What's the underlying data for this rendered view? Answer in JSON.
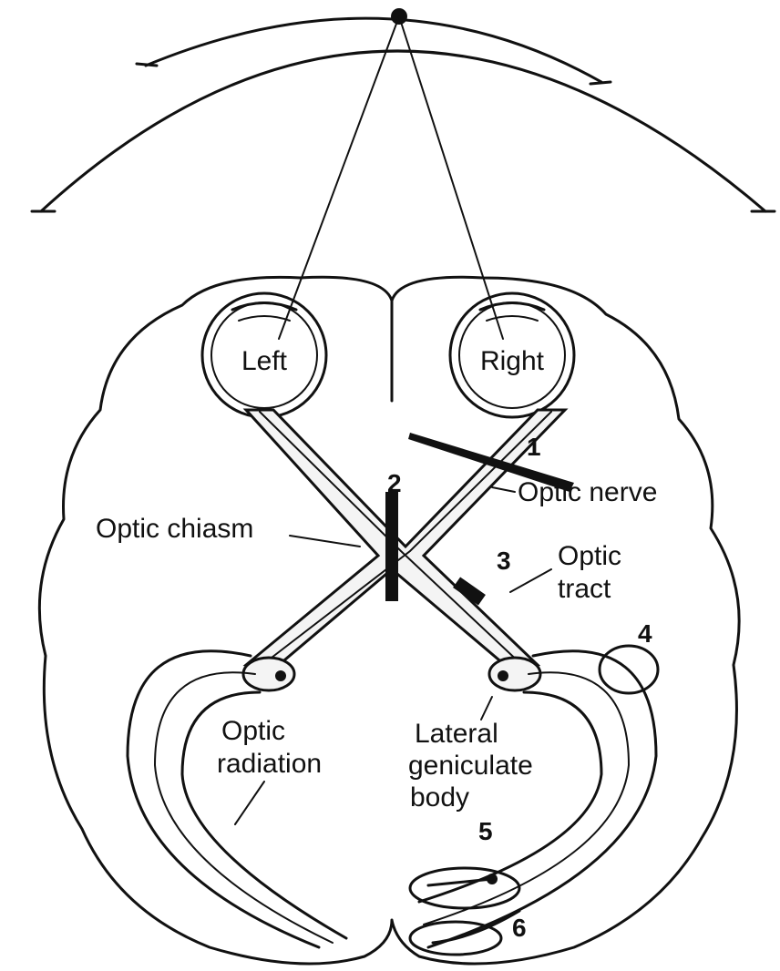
{
  "labels": {
    "left_eye": "Left",
    "right_eye": "Right",
    "optic_nerve": "Optic nerve",
    "optic_chiasm": "Optic chiasm",
    "optic_tract_1": "Optic",
    "optic_tract_2": "tract",
    "optic_radiation_1": "Optic",
    "optic_radiation_2": "radiation",
    "lgb_1": "Lateral",
    "lgb_2": "geniculate",
    "lgb_3": "body"
  },
  "lesions": [
    "1",
    "2",
    "3",
    "4",
    "5",
    "6"
  ],
  "colors": {
    "ink": "#111111",
    "paper": "#ffffff"
  }
}
